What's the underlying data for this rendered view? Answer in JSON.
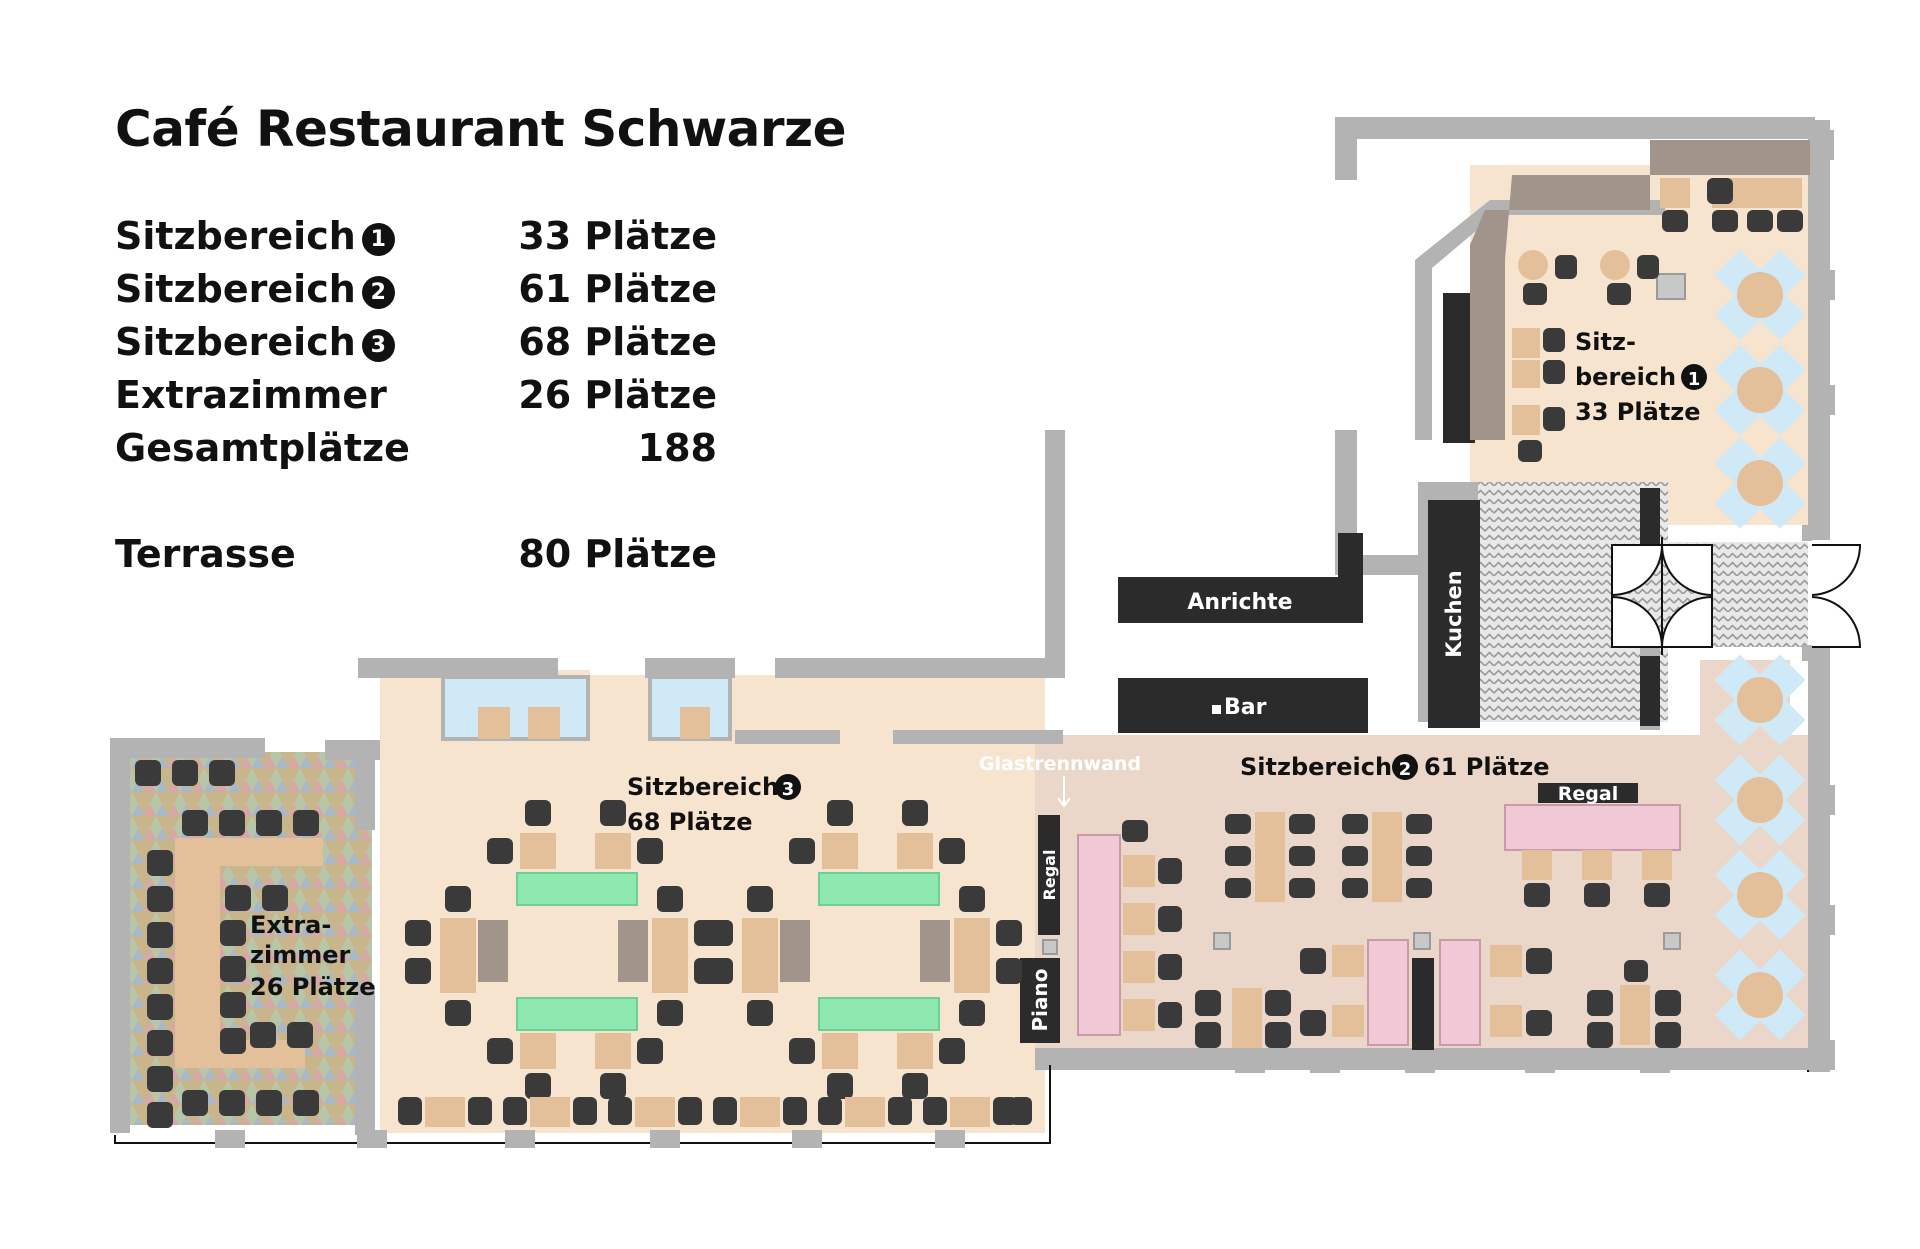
{
  "title": "Café Restaurant Schwarze",
  "summary": [
    {
      "label": "Sitzbereich",
      "badge": "1",
      "value": "33 Plätze"
    },
    {
      "label": "Sitzbereich",
      "badge": "2",
      "value": "61 Plätze"
    },
    {
      "label": "Sitzbereich",
      "badge": "3",
      "value": "68 Plätze"
    },
    {
      "label": "Extrazimmer",
      "badge": "",
      "value": "26 Plätze"
    },
    {
      "label": "Gesamtplätze",
      "badge": "",
      "value": "188"
    }
  ],
  "terrace": {
    "label": "Terrasse",
    "value": "80 Plätze"
  },
  "areas": {
    "area1": {
      "line1": "Sitz-",
      "line2": "bereich",
      "badge": "1",
      "seats": "33 Plätze"
    },
    "area2": {
      "label": "Sitzbereich",
      "badge": "2",
      "seats": "61 Plätze"
    },
    "area3": {
      "label": "Sitzbereich",
      "badge": "3",
      "seats": "68 Plätze"
    },
    "extra": {
      "line1": "Extra-",
      "line2": "zimmer",
      "seats": "26 Plätze"
    }
  },
  "fixtures": {
    "anrichte": "Anrichte",
    "bar": "Bar",
    "kuchen": "Kuchen",
    "regal_vertical": "Regal",
    "regal_top": "Regal",
    "piano": "Piano",
    "glastrennwand": "Glastrennwand"
  },
  "colors": {
    "wall": "#b3b3b3",
    "counter": "#2b2b2b",
    "floor_area1": "#f6e4cf",
    "floor_area2": "#ebd7c9",
    "floor_area3": "#f6e4cf",
    "table": "#e4c09a",
    "chair": "#3a3a3a",
    "green_table": "#8ee8b0",
    "pink": "#f0c8d6",
    "window": "#cfe9f7",
    "bench": "#a0948b"
  }
}
